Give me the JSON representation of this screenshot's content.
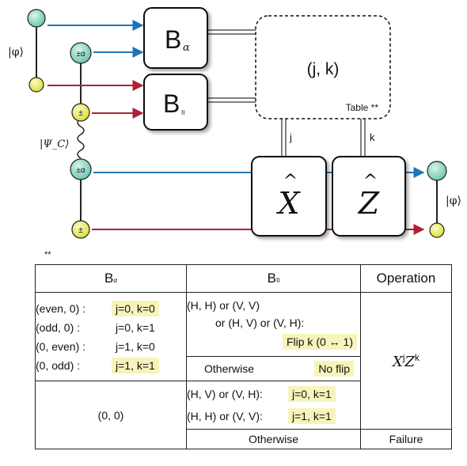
{
  "diagram": {
    "box_b_alpha": {
      "label": "B",
      "sub": "α"
    },
    "box_b_ii": {
      "label": "B",
      "sub": "II"
    },
    "table_box": {
      "main": "(j, k)",
      "note": "Table **"
    },
    "label_j": "j",
    "label_k": "k",
    "gate_x": "X",
    "gate_z": "Z",
    "hat": "^",
    "ket_phi_in": "|φ⟩",
    "ket_phi_out": "|φ⟩",
    "psi_c": "|Ψ_C⟩",
    "node_labels": [
      "±α",
      "±",
      "±α",
      "±"
    ],
    "colors": {
      "blue": "#1f74b8",
      "red": "#b02035",
      "teal": "#7fd0b8",
      "yellow": "#e6ec5a"
    }
  },
  "footnote": "**",
  "table": {
    "headers": {
      "b_alpha": "B",
      "b_alpha_sub": "α",
      "b_ii": "B",
      "b_ii_sub": "II",
      "operation": "Operation"
    },
    "alpha_rows": [
      {
        "cond": "(even, 0) :",
        "result": "j=0, k=0",
        "hl": true
      },
      {
        "cond": "(odd, 0) :",
        "result": "j=0, k=1",
        "hl": false
      },
      {
        "cond": "(0, even) :",
        "result": "j=1, k=0",
        "hl": false
      },
      {
        "cond": "(0, odd) :",
        "result": "j=1, k=1",
        "hl": true
      }
    ],
    "ii_flip": {
      "line1": "(H, H) or (V, V)",
      "line2": "or (H, V) or (V, H):",
      "action": "Flip k (0 ↔ 1)"
    },
    "otherwise1": "Otherwise",
    "noflip": "No flip",
    "zero_zero": "(0, 0)",
    "ii_rows2": [
      {
        "cond": "(H, V) or (V, H):",
        "result": "j=0, k=1"
      },
      {
        "cond": "(H, H) or (V, V):",
        "result": "j=1, k=1"
      }
    ],
    "otherwise2": "Otherwise",
    "failure": "Failure",
    "op_x": "X",
    "op_z": "Z",
    "op_j": "j",
    "op_k": "k"
  }
}
